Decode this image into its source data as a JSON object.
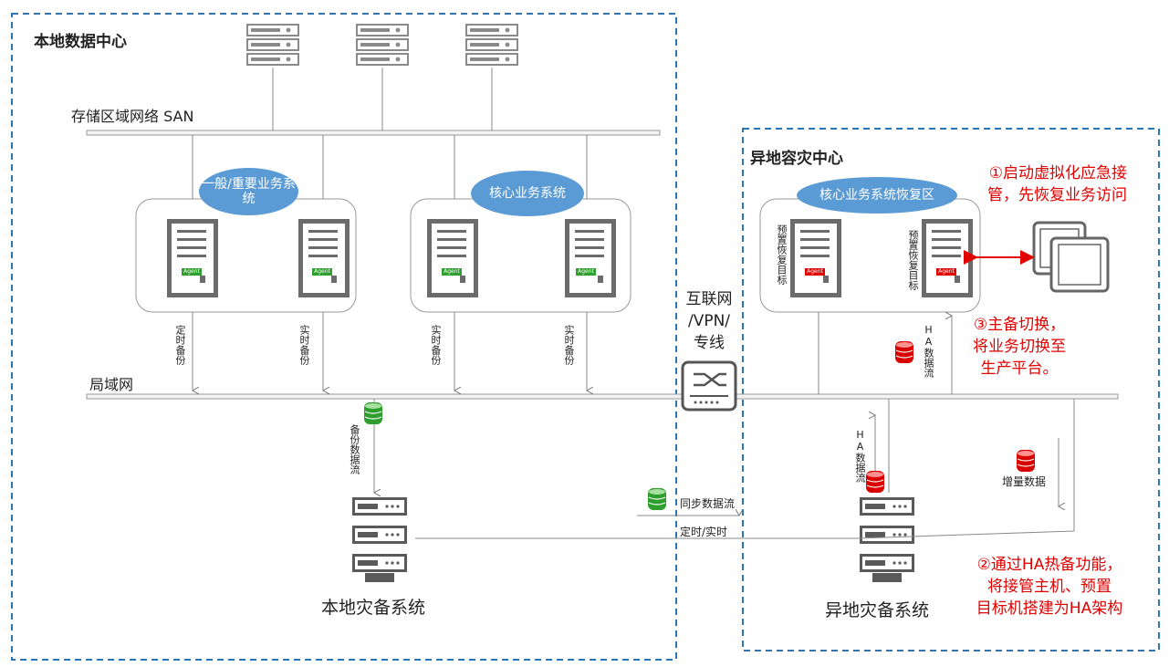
{
  "title_local": "本地数据中心",
  "title_remote": "异地容灾中心",
  "san_label": "存储区域网络 SAN",
  "lan_label": "局域网",
  "group1": "一般/重要业务系统",
  "group2": "核心业务系统",
  "group3": "核心业务系统恢复区",
  "agent": "Agent",
  "backup1": "定时备份",
  "backup2": "实时备份",
  "backup3": "实时备份",
  "backup4": "实时备份",
  "backup_flow": "备份数据流",
  "preset1": "预置恢复目标",
  "preset2": "预置恢复目标",
  "ha_flow1": "HA数据流",
  "ha_flow2": "HA数据流",
  "internet": [
    "互联网",
    "/VPN/",
    "专线"
  ],
  "sync": "同步数据流",
  "timing": "定时/实时",
  "incr": "增量数据",
  "local_dr": "本地灾备系统",
  "remote_dr": "异地灾备系统",
  "note1": [
    "①启动虚拟化应急接",
    "管，先恢复业务访问"
  ],
  "note2": [
    "③主备切换，",
    "将业务切换至",
    "生产平台。"
  ],
  "note3": [
    "②通过HA热备功能，",
    "将接管主机、预置",
    "目标机搭建为HA架构"
  ],
  "colors": {
    "red": "#e00000",
    "blue": "#5b9bd5",
    "green": "#2e9e2e",
    "dash": "#2e75b6"
  }
}
